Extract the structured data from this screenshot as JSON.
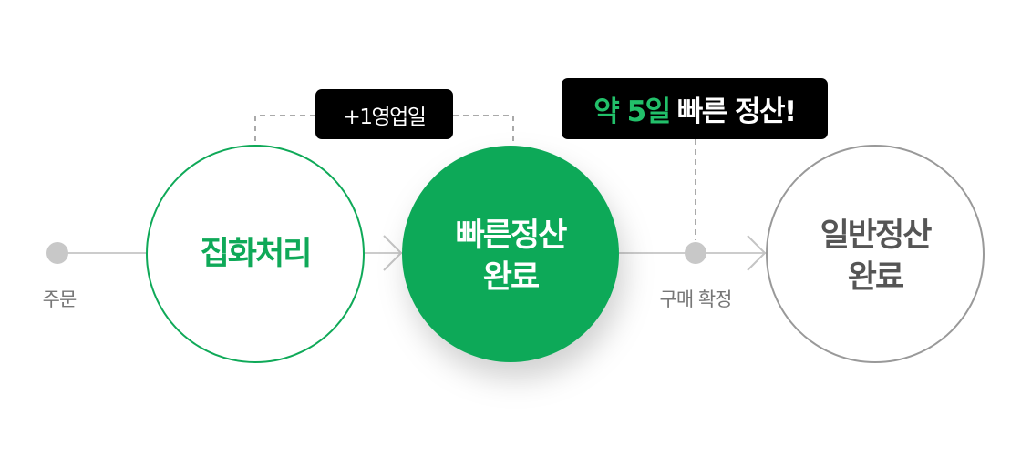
{
  "steps": {
    "order": {
      "label": "주문"
    },
    "pickup": {
      "label": "집화처리"
    },
    "fast_settlement": {
      "line1": "빠른정산",
      "line2": "완료"
    },
    "purchase_confirm": {
      "label": "구매 확정"
    },
    "normal_settlement": {
      "line1": "일반정산",
      "line2": "완료"
    }
  },
  "badges": {
    "business_day": {
      "text": "+1영업일"
    },
    "faster": {
      "highlight": "약 5일",
      "text": "빠른 정산!"
    }
  },
  "colors": {
    "green": "#0fa958",
    "highlight_green": "#22c06a",
    "grey_line": "#cccccc",
    "grey_circle": "#999999",
    "grey_text": "#555555"
  }
}
